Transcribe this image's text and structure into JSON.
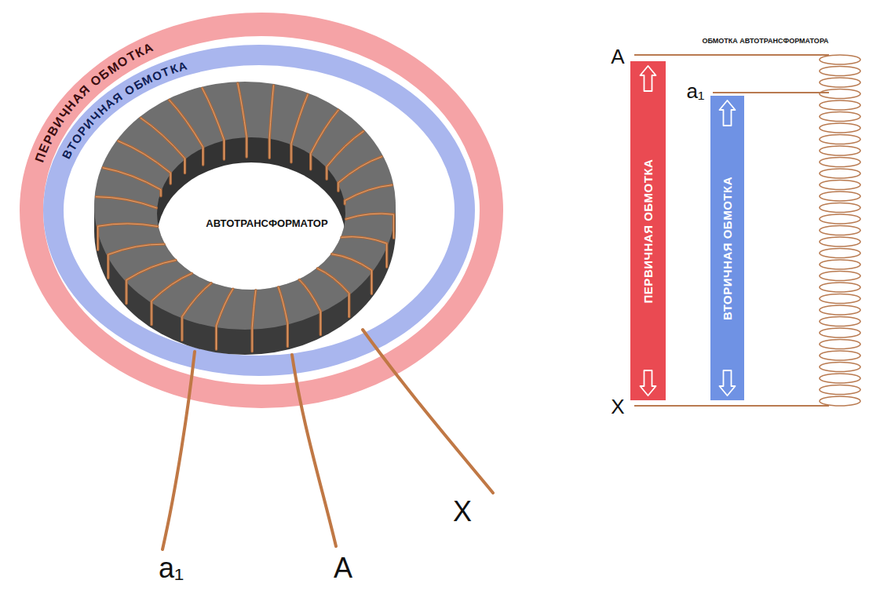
{
  "diagram": {
    "nodes": [
      {
        "text": [
          "ПЕРВИЧНАЯ ОБМОТКА"
        ]
      },
      {
        "text": [
          "ВТОРИЧНАЯ ОБМОТКА"
        ]
      },
      {
        "text": [
          "ПЕРВИЧНАЯ ОБМОТКА"
        ]
      },
      {
        "text": [
          "ВТОРИЧНАЯ ОБМОТКА"
        ]
      }
    ],
    "labels": [
      "АВТОТРАНСФОРМАТОР",
      "a₁",
      "A",
      "X",
      "ОБМОТКА АВТОТРАНСФОРМАТОРА",
      "A",
      "a₁",
      "X"
    ]
  }
}
